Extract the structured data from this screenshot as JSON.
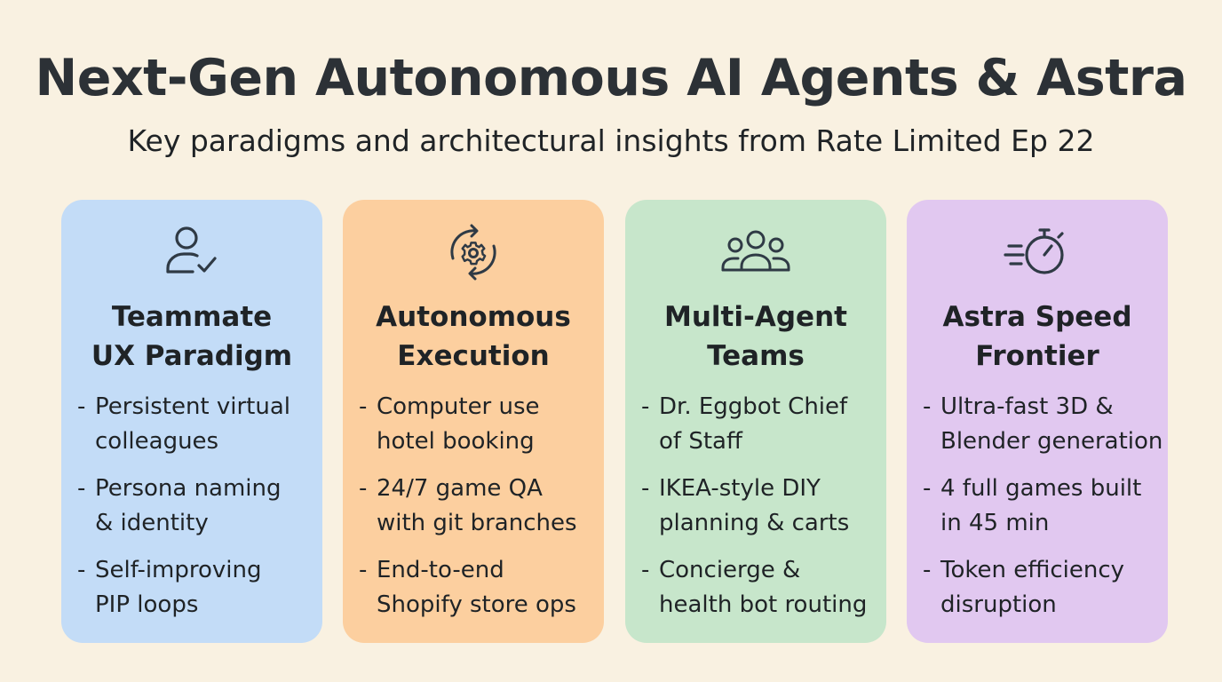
{
  "header": {
    "title": "Next-Gen Autonomous AI Agents & Astra",
    "subtitle": "Key paradigms and architectural insights from Rate Limited Ep 22"
  },
  "colors": {
    "background": "#f9f1e1",
    "card_blue": "#c3dcf7",
    "card_orange": "#fccf9f",
    "card_green": "#c7e6cb",
    "card_purple": "#e1c8f0",
    "icon_stroke": "#2f3a45"
  },
  "cards": [
    {
      "icon": "person-check-icon",
      "title_lines": [
        "Teammate",
        "UX Paradigm"
      ],
      "bullets": [
        [
          "Persistent virtual",
          "colleagues"
        ],
        [
          "Persona naming",
          "& identity"
        ],
        [
          "Self-improving",
          "PIP loops"
        ]
      ]
    },
    {
      "icon": "gear-cycle-icon",
      "title_lines": [
        "Autonomous",
        "Execution"
      ],
      "bullets": [
        [
          "Computer use",
          "hotel booking"
        ],
        [
          "24/7 game QA",
          "with git branches"
        ],
        [
          "End-to-end",
          "Shopify store ops"
        ]
      ]
    },
    {
      "icon": "team-group-icon",
      "title_lines": [
        "Multi-Agent",
        "Teams"
      ],
      "bullets": [
        [
          "Dr. Eggbot Chief",
          "of Staff"
        ],
        [
          "IKEA-style DIY",
          "planning & carts"
        ],
        [
          "Concierge &",
          "health bot routing"
        ]
      ]
    },
    {
      "icon": "stopwatch-speed-icon",
      "title_lines": [
        "Astra Speed",
        "Frontier"
      ],
      "bullets": [
        [
          "Ultra-fast 3D &",
          "Blender generation"
        ],
        [
          "4 full games built",
          "in 45 min"
        ],
        [
          "Token efficiency",
          "disruption"
        ]
      ]
    }
  ]
}
